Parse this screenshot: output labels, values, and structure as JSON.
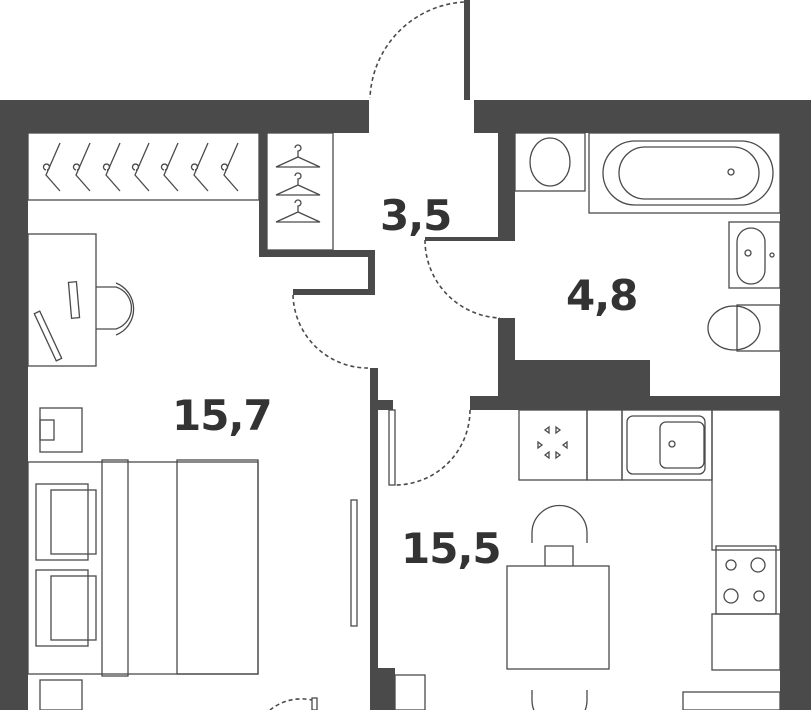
{
  "plan": {
    "rooms": [
      {
        "id": "hallway",
        "area": "3,5"
      },
      {
        "id": "bathroom",
        "area": "4,8"
      },
      {
        "id": "bedroom",
        "area": "15,7"
      },
      {
        "id": "kitchen-living",
        "area": "15,5"
      }
    ],
    "colors": {
      "wall": "#4a4a4a",
      "background": "#ffffff"
    }
  }
}
